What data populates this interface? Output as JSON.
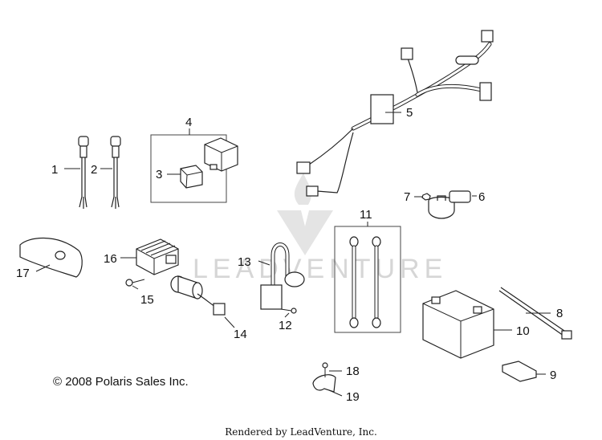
{
  "watermark": {
    "text": "LEADVENTURE"
  },
  "copyright": "© 2008 Polaris Sales Inc.",
  "footer": "Rendered by LeadVenture, Inc.",
  "callouts": [
    {
      "id": "1",
      "label": "1"
    },
    {
      "id": "2",
      "label": "2"
    },
    {
      "id": "3",
      "label": "3"
    },
    {
      "id": "4",
      "label": "4"
    },
    {
      "id": "5",
      "label": "5"
    },
    {
      "id": "6",
      "label": "6"
    },
    {
      "id": "7",
      "label": "7"
    },
    {
      "id": "8",
      "label": "8"
    },
    {
      "id": "9",
      "label": "9"
    },
    {
      "id": "10",
      "label": "10"
    },
    {
      "id": "11",
      "label": "11"
    },
    {
      "id": "12",
      "label": "12"
    },
    {
      "id": "13",
      "label": "13"
    },
    {
      "id": "14",
      "label": "14"
    },
    {
      "id": "15",
      "label": "15"
    },
    {
      "id": "16",
      "label": "16"
    },
    {
      "id": "17",
      "label": "17"
    },
    {
      "id": "18",
      "label": "18"
    },
    {
      "id": "19",
      "label": "19"
    }
  ]
}
